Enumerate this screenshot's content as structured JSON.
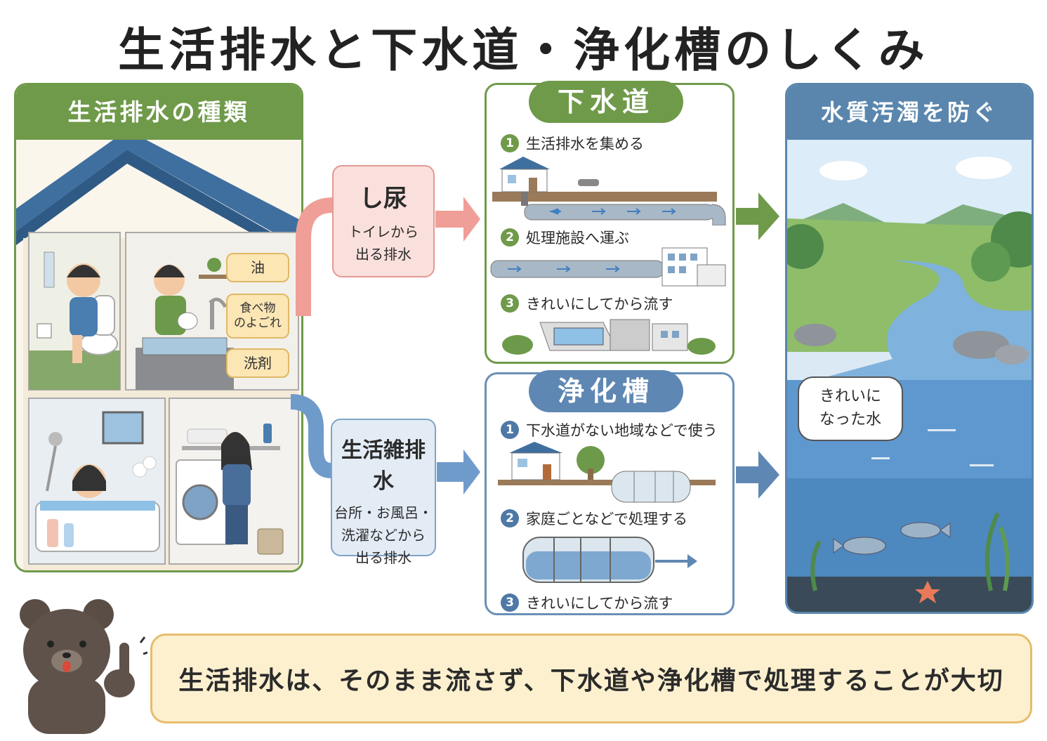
{
  "title": "生活排水と下水道・浄化槽のしくみ",
  "left_panel": {
    "heading": "生活排水の種類",
    "tags": [
      "油",
      "食べ物\nのよごれ",
      "洗剤"
    ]
  },
  "categories": {
    "night_soil": {
      "title": "し尿",
      "desc": "トイレから\n出る排水"
    },
    "gray_water": {
      "title": "生活雑排水",
      "desc": "台所・お風呂・\n洗濯などから\n出る排水"
    }
  },
  "sewer": {
    "heading": "下水道",
    "steps": [
      {
        "num": "1",
        "text": "生活排水を集める"
      },
      {
        "num": "2",
        "text": "処理施設へ運ぶ"
      },
      {
        "num": "3",
        "text": "きれいにしてから流す"
      }
    ]
  },
  "septic": {
    "heading": "浄化槽",
    "steps": [
      {
        "num": "1",
        "text": "下水道がない地域などで使う"
      },
      {
        "num": "2",
        "text": "家庭ごとなどで処理する"
      },
      {
        "num": "3",
        "text": "きれいにしてから流す"
      }
    ]
  },
  "right_panel": {
    "heading": "水質汚濁を防ぐ",
    "bubble": "きれいに\nなった水"
  },
  "message": "生活排水は、そのまま流さず、下水道や浄化槽で処理することが大切",
  "colors": {
    "green": "#6f9a4a",
    "blue": "#5a86ad",
    "pink": "#e49992",
    "tag_yellow": "#fbe6b4",
    "message_bg": "#fdf0cf"
  }
}
